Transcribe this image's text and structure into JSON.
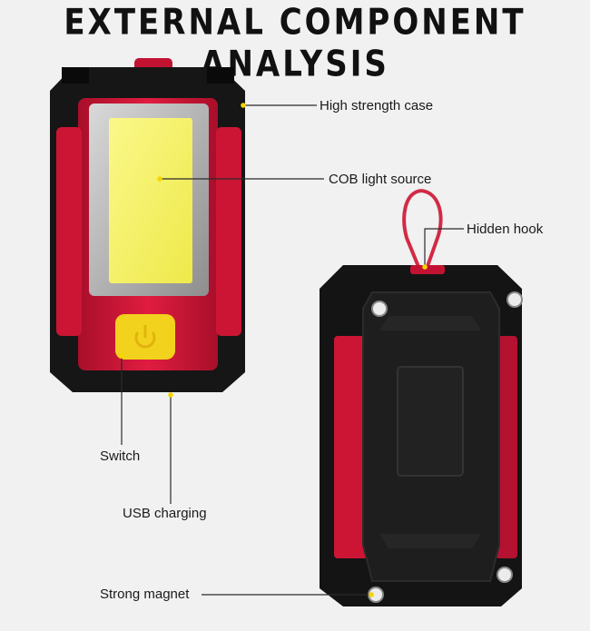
{
  "title": "EXTERNAL COMPONENT ANALYSIS",
  "callouts": {
    "case": "High strength case",
    "cob": "COB light source",
    "hook": "Hidden hook",
    "switch": "Switch",
    "usb": "USB charging",
    "magnet": "Strong magnet"
  },
  "colors": {
    "red": "#d8183a",
    "black": "#141414",
    "cob_yellow": "#f7f259",
    "switch_yellow": "#f2d21c",
    "callout_dot": "#f5d400"
  },
  "icons": {
    "switch": "power-icon"
  }
}
